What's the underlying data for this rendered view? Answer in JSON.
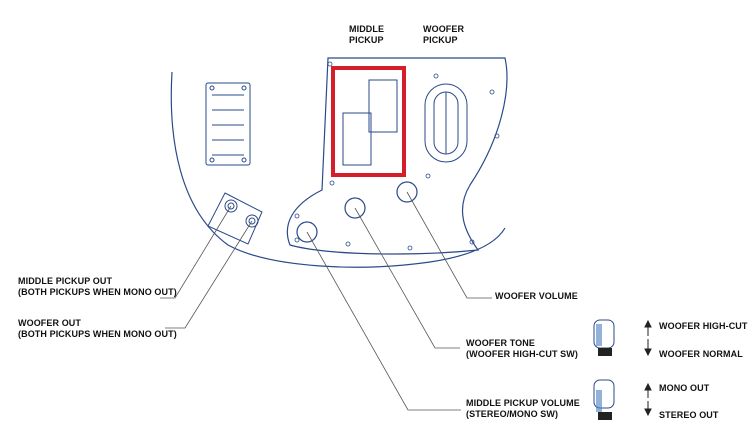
{
  "labels": {
    "middle_pickup_line1": "MIDDLE",
    "middle_pickup_line2": "PICKUP",
    "woofer_pickup_line1": "WOOFER",
    "woofer_pickup_line2": "PICKUP",
    "middle_pickup_out_line1": "MIDDLE PICKUP OUT",
    "middle_pickup_out_line2": "(BOTH PICKUPS WHEN MONO OUT)",
    "woofer_out_line1": "WOOFER OUT",
    "woofer_out_line2": "(BOTH PICKUPS WHEN MONO OUT)",
    "woofer_volume": "WOOFER VOLUME",
    "woofer_tone_line1": "WOOFER TONE",
    "woofer_tone_line2": "(WOOFER HIGH-CUT SW)",
    "middle_pickup_volume_line1": "MIDDLE PICKUP VOLUME",
    "middle_pickup_volume_line2": "(STEREO/MONO SW)",
    "woofer_high_cut": "WOOFER HIGH-CUT",
    "woofer_normal": "WOOFER NORMAL",
    "mono_out": "MONO OUT",
    "stereo_out": "STEREO OUT"
  },
  "colors": {
    "outline": "#2a4a8a",
    "highlight": "#d41f2a",
    "leader": "#555555",
    "text": "#111111",
    "knob_accent": "#4a7fc0"
  }
}
